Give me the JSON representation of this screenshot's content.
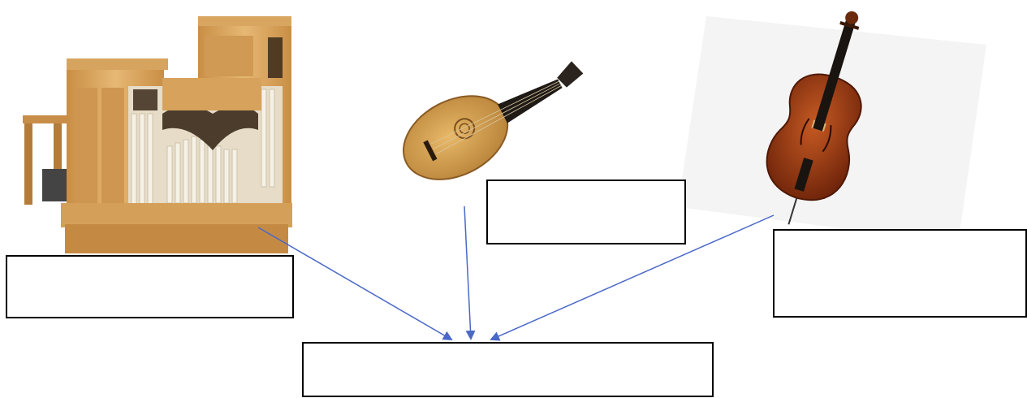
{
  "images": [
    {
      "id": "organ",
      "icon": "pipe-organ-icon"
    },
    {
      "id": "lute",
      "icon": "lute-icon"
    },
    {
      "id": "cello",
      "icon": "cello-icon"
    }
  ],
  "boxes": {
    "organ_label": "",
    "lute_label": "",
    "cello_label": "",
    "answer": ""
  },
  "colors": {
    "arrow": "#4A68C8",
    "box_border": "#000000",
    "wood_light": "#E2B36E",
    "wood_dark": "#B9823F",
    "cello_body": "#9A3A12"
  }
}
